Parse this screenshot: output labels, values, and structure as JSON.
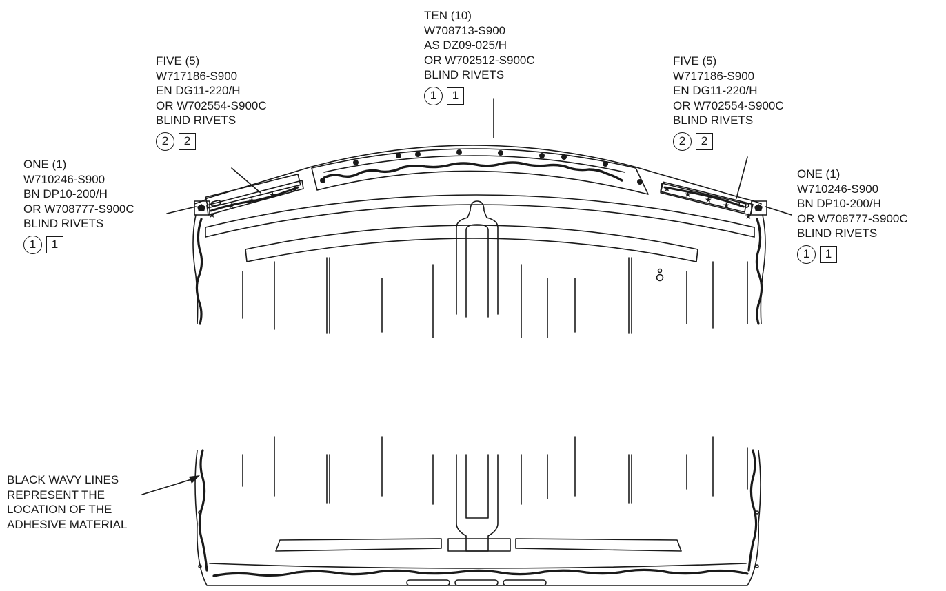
{
  "callouts": {
    "top_center": {
      "lines": [
        "TEN (10)",
        "W708713-S900",
        "AS DZ09-025/H",
        "OR W702512-S900C",
        "BLIND RIVETS"
      ],
      "circle_ref": "1",
      "square_ref": "1"
    },
    "upper_left": {
      "lines": [
        "FIVE (5)",
        "W717186-S900",
        "EN DG11-220/H",
        "OR W702554-S900C",
        "BLIND RIVETS"
      ],
      "circle_ref": "2",
      "square_ref": "2"
    },
    "upper_right": {
      "lines": [
        "FIVE (5)",
        "W717186-S900",
        "EN DG11-220/H",
        "OR W702554-S900C",
        "BLIND RIVETS"
      ],
      "circle_ref": "2",
      "square_ref": "2"
    },
    "left": {
      "lines": [
        "ONE (1)",
        "W710246-S900",
        "BN DP10-200/H",
        "OR W708777-S900C",
        "BLIND RIVETS"
      ],
      "circle_ref": "1",
      "square_ref": "1"
    },
    "right": {
      "lines": [
        "ONE (1)",
        "W710246-S900",
        "BN DP10-200/H",
        "OR W708777-S900C",
        "BLIND RIVETS"
      ],
      "circle_ref": "1",
      "square_ref": "1"
    },
    "adhesive_note": {
      "lines": [
        "BLACK WAVY LINES",
        "REPRESENT THE",
        "LOCATION OF THE",
        "ADHESIVE MATERIAL"
      ]
    }
  },
  "colors": {
    "ink": "#1a1a1a",
    "background": "#ffffff"
  }
}
